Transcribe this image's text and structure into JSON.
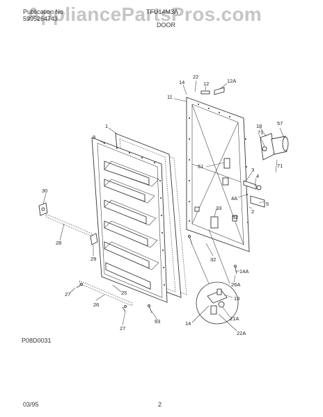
{
  "header": {
    "publication_label": "Publication No.",
    "publication_number": "5995264743",
    "model": "TFU14M3A",
    "section": "DOOR"
  },
  "watermark": "AppliancePartsPros.com",
  "diagram_code": "P08D0031",
  "footer": {
    "date": "03/95",
    "page": "2"
  },
  "callouts": {
    "c1": "1",
    "c9": "9",
    "c11": "11",
    "c12": "12",
    "c12a": "12A",
    "c14_top": "14",
    "c22": "22",
    "c18": "18",
    "c57": "57",
    "c71a": "71",
    "c71b": "71",
    "c51": "51",
    "c3": "3",
    "c4": "4",
    "c4a": "4A",
    "c5": "5",
    "c2": "2",
    "c33": "33",
    "c52": "52",
    "c32": "32",
    "c30": "30",
    "c28": "28",
    "c29": "29",
    "c25": "25",
    "c26": "26",
    "c27a": "27",
    "c27b": "27",
    "c93": "93",
    "c14a": "14A",
    "c26a": "26A",
    "c13": "13",
    "c21a": "21A",
    "c22a": "22A",
    "c14_bot": "14"
  }
}
